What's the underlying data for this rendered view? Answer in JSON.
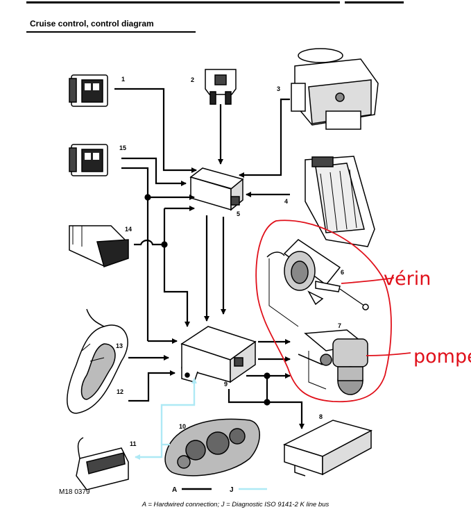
{
  "header": {
    "title": "Cruise control, control diagram"
  },
  "components": [
    {
      "label": "1"
    },
    {
      "label": "2"
    },
    {
      "label": "3"
    },
    {
      "label": "4"
    },
    {
      "label": "5"
    },
    {
      "label": "6"
    },
    {
      "label": "7"
    },
    {
      "label": "8"
    },
    {
      "label": "9"
    },
    {
      "label": "10"
    },
    {
      "label": "11"
    },
    {
      "label": "12"
    },
    {
      "label": "13"
    },
    {
      "label": "14"
    },
    {
      "label": "15"
    }
  ],
  "annotations": {
    "actuator_note": "vérin",
    "pump_note": "pompe"
  },
  "legend": {
    "hardwired_key": "A",
    "diagnostic_key": "J"
  },
  "figure_ref": "M18 0379",
  "caption": "A = Hardwired connection; J = Diagnostic ISO 9141-2 K line bus",
  "colors": {
    "wire": "#000000",
    "diagnostic_bus": "#aee9f5",
    "handwriting": "#e0101a"
  }
}
